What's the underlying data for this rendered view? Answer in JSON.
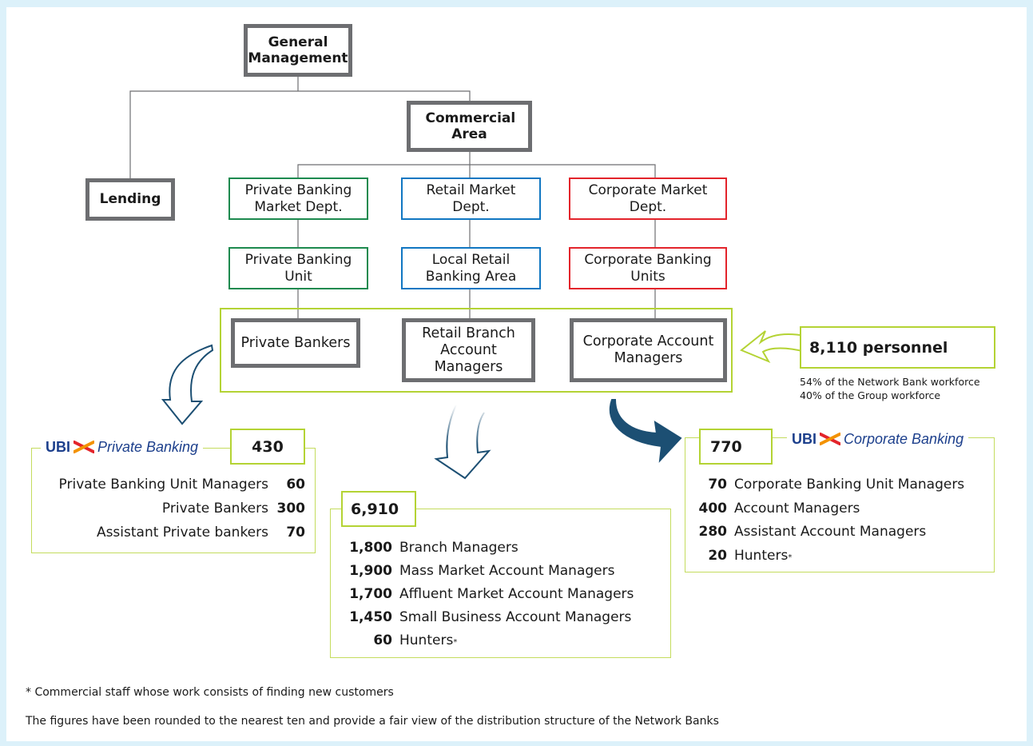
{
  "org": {
    "general_management": "General Management",
    "commercial_area": "Commercial Area",
    "lending": "Lending",
    "private_dept": "Private Banking Market Dept.",
    "retail_dept": "Retail Market Dept.",
    "corporate_dept": "Corporate Market Dept.",
    "private_unit": "Private Banking Unit",
    "retail_unit": "Local Retail Banking Area",
    "corporate_unit": "Corporate Banking Units",
    "private_role": "Private Bankers",
    "retail_role": "Retail Branch Account Managers",
    "corporate_role": "Corporate Account Managers"
  },
  "personnel": {
    "total": "8,110 personnel",
    "line1": "54% of the Network Bank workforce",
    "line2": "40% of the Group workforce"
  },
  "private_banking": {
    "logo_ubi": "UBI",
    "logo_name": "Private Banking",
    "total": "430",
    "rows": [
      {
        "label": "Private Banking Unit Managers",
        "value": "60"
      },
      {
        "label": "Private Bankers",
        "value": "300"
      },
      {
        "label": "Assistant Private bankers",
        "value": "70"
      }
    ]
  },
  "retail": {
    "total": "6,910",
    "rows": [
      {
        "value": "1,800",
        "label": "Branch Managers",
        "mark": ""
      },
      {
        "value": "1,900",
        "label": "Mass Market Account Managers",
        "mark": ""
      },
      {
        "value": "1,700",
        "label": "Affluent Market Account Managers",
        "mark": ""
      },
      {
        "value": "1,450",
        "label": "Small Business Account Managers",
        "mark": ""
      },
      {
        "value": "60",
        "label": "Hunters",
        "mark": "*"
      }
    ]
  },
  "corporate_banking": {
    "logo_ubi": "UBI",
    "logo_name": "Corporate Banking",
    "total": "770",
    "rows": [
      {
        "value": "70",
        "label": "Corporate Banking Unit Managers",
        "mark": ""
      },
      {
        "value": "400",
        "label": "Account Managers",
        "mark": ""
      },
      {
        "value": "280",
        "label": "Assistant Account Managers",
        "mark": ""
      },
      {
        "value": "20",
        "label": "Hunters",
        "mark": "*"
      }
    ]
  },
  "footnotes": {
    "asterisk": "* Commercial staff whose work consists of finding new customers",
    "rounding": "The figures have been rounded to the nearest ten and provide a fair view of the distribution structure of the Network Banks"
  },
  "colors": {
    "frame": "#6d6e71",
    "private": "#1d8a4f",
    "retail": "#1177c2",
    "corporate": "#e3242b",
    "highlight": "#b4d334",
    "arrow": "#1c4f73",
    "logo_blue": "#1c3f8c",
    "logo_x_red": "#e3242b",
    "logo_x_orange": "#f39200"
  }
}
